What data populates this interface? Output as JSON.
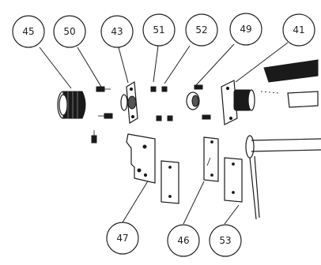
{
  "callouts": {
    "c45": "45",
    "c50": "50",
    "c43": "43",
    "c51": "51",
    "c52": "52",
    "c49": "49",
    "c41": "41",
    "c47": "47",
    "c46": "46",
    "c53": "53"
  }
}
